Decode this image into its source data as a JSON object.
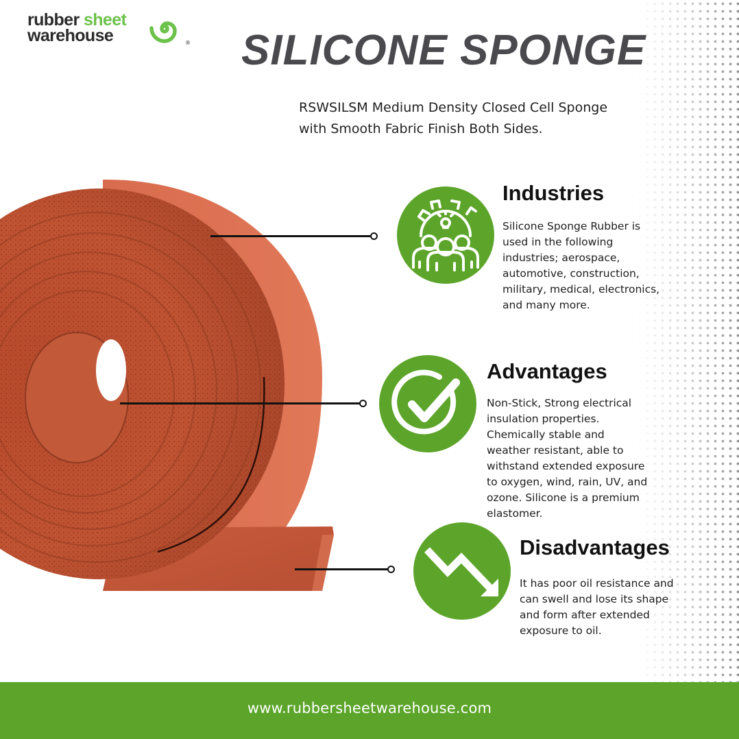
{
  "brand": {
    "logo_line1_dark": "rubber",
    "logo_line1_green": "sheet",
    "logo_line2": "warehouse",
    "registered_mark": "®",
    "logo_icon": "green-spiral-icon",
    "colors": {
      "green": "#5ca52a",
      "logo_green": "#6cc24a",
      "title_gray": "#4a494e",
      "text_dark": "#1d1d1d",
      "product_orange": "#c9583a"
    }
  },
  "header": {
    "title": "SILICONE SPONGE",
    "subtitle_line1": "RSWSILSM Medium Density Closed Cell Sponge",
    "subtitle_line2": "with Smooth Fabric Finish Both Sides."
  },
  "product_image": {
    "description": "roll of orange-red silicone sponge rubber sheet"
  },
  "features": [
    {
      "icon": "team-gear-lightbulb-icon",
      "title": "Industries",
      "lines": [
        "Silicone Sponge Rubber is",
        "used in the following",
        "industries;  aerospace,",
        "automotive, construction,",
        "military, medical, electronics,",
        "and many more."
      ]
    },
    {
      "icon": "check-circle-icon",
      "title": "Advantages",
      "lines": [
        "Non-Stick, Strong electrical",
        "insulation properties.",
        "Chemically stable and",
        "weather resistant, able to",
        "withstand extended exposure",
        "to oxygen, wind, rain, UV, and",
        "ozone.  Silicone is a premium",
        "elastomer."
      ]
    },
    {
      "icon": "trend-down-arrow-icon",
      "title": "Disadvantages",
      "lines": [
        "It has poor oil resistance and",
        "can swell and lose its shape",
        "and form after extended",
        "exposure to oil."
      ]
    }
  ],
  "footer": {
    "url": "www.rubbersheetwarehouse.com"
  }
}
